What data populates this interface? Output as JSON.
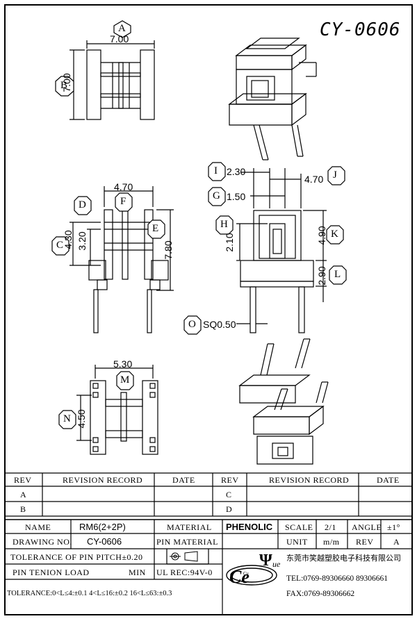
{
  "drawing_title": "CY-0606",
  "dimensions": {
    "a_value": "7.00",
    "b_value": "7.00",
    "f_value": "4.70",
    "c_value": "4.30",
    "d_value": "3.20",
    "e_value": "7.80",
    "i_value": "2.30",
    "j_value": "4.70",
    "g_value": "1.50",
    "h_value": "2.10",
    "k_value": "4.90",
    "l_value": "2.90",
    "o_value": "SQ0.50",
    "m_value": "5.30",
    "n_value": "4.50"
  },
  "callouts": [
    "A",
    "B",
    "C",
    "D",
    "E",
    "F",
    "G",
    "H",
    "I",
    "J",
    "K",
    "L",
    "M",
    "N",
    "O"
  ],
  "revision_table": {
    "headers": [
      "REV",
      "REVISION RECORD",
      "DATE",
      "REV",
      "REVISION RECORD",
      "DATE"
    ],
    "rows": [
      {
        "rev_left": "A",
        "rev_right": "C"
      },
      {
        "rev_left": "B",
        "rev_right": "D"
      }
    ]
  },
  "title_block": {
    "name_label": "NAME",
    "name_value": "RM6(2+2P)",
    "material_label": "MATERIAL",
    "material_value": "PHENOLIC",
    "scale_label": "SCALE",
    "scale_value": "2/1",
    "angle_label": "ANGLE",
    "angle_value": "±1°",
    "drawing_no_label": "DRAWING NO.",
    "drawing_no_value": "CY-0606",
    "pin_material_label": "PIN MATERIAL",
    "unit_label": "UNIT",
    "unit_value": "m/m",
    "rev_label": "REV",
    "rev_value": "A",
    "tolerance_pitch": "TOLERANCE OF PIN PITCH±0.20",
    "pin_tension_label": "PIN TENION LOAD",
    "pin_tension_min": "MIN",
    "ul_rec": "UL REC:94V-0",
    "tolerance_note": "TOLERANCE:0<L≤4:±0.1  4<L≤16:±0.2  16<L≤63:±0.3",
    "company_name": "东莞市笑越塑胶电子科技有限公司",
    "tel": "TEL:0769-89306660 89306661",
    "fax": "FAX:0769-89306662",
    "logo_letters": "Cy",
    "logo_psi": "Ψ",
    "logo_ue": "ue",
    "logo_ce": "Ce"
  }
}
